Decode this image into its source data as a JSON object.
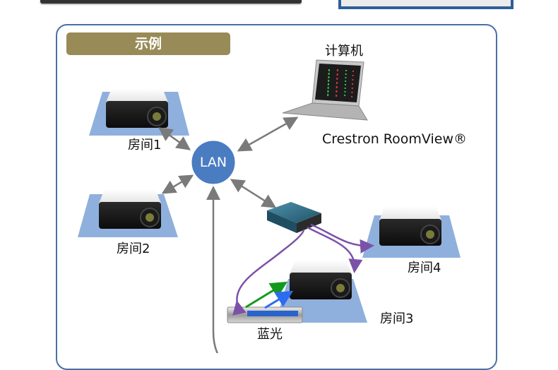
{
  "title": "示例",
  "hub": {
    "label": "LAN"
  },
  "computer": {
    "label": "计算机",
    "software": "Crestron RoomView®"
  },
  "rooms": [
    {
      "label": "房间1"
    },
    {
      "label": "房间2"
    },
    {
      "label": "房间3"
    },
    {
      "label": "房间4"
    }
  ],
  "source": {
    "label": "蓝光"
  },
  "colors": {
    "frame_border": "#4a6fa5",
    "title_bg": "#998b57",
    "hub_fill": "#4a7cc1",
    "floor_fill": "#8fb0dc",
    "lan_arrow": "#7a7a7a",
    "hdbaset_arrow": "#7b52a8",
    "green_arrow": "#139a1e",
    "blue_arrow": "#2d6cf0",
    "switch_fill": "#2f6f8a"
  }
}
